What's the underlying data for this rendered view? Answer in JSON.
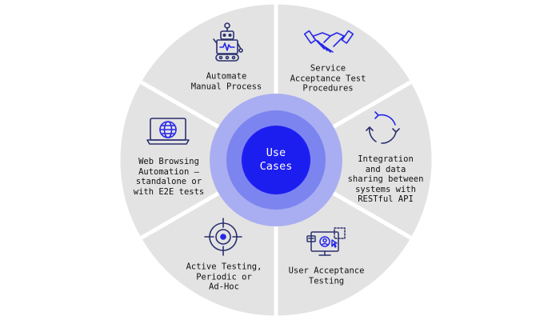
{
  "diagram": {
    "center": {
      "label": "Use\nCases"
    },
    "segments": [
      {
        "label": "Automate\nManual Process",
        "icon": "robot-icon"
      },
      {
        "label": "Service\nAcceptance Test\nProcedures",
        "icon": "handshake-icon"
      },
      {
        "label": "Integration\nand data\nsharing between\nsystems with\nRESTful API",
        "icon": "sync-arrows-icon"
      },
      {
        "label": "User Acceptance\nTesting",
        "icon": "user-testing-screen-icon"
      },
      {
        "label": "Active Testing,\nPeriodic or\nAd-Hoc",
        "icon": "target-icon"
      },
      {
        "label": "Web Browsing\nAutomation –\nstandalone or\nwith E2E tests",
        "icon": "laptop-globe-icon"
      }
    ],
    "colors": {
      "segment_fill": "#e3e3e3",
      "divider": "#ffffff",
      "ring_outer": "#a9aef2",
      "ring_middle": "#7c84f0",
      "core": "#1c1ef0",
      "icon_stroke": "#2a2f6e",
      "icon_accent": "#2727e8"
    }
  }
}
